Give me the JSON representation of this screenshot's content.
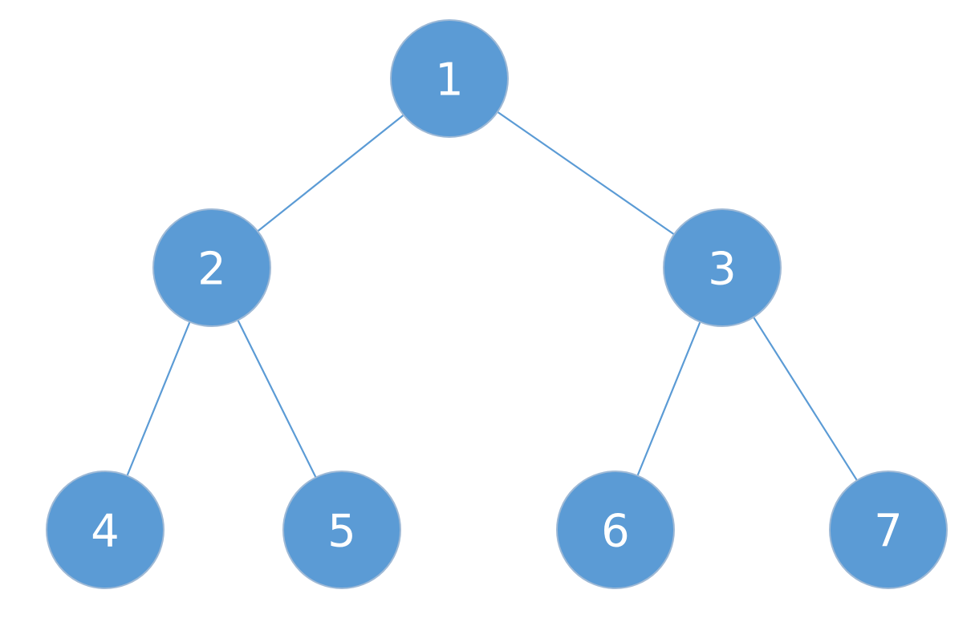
{
  "colors": {
    "node_fill": "#5B9BD5",
    "node_stroke": "#9EB9D6",
    "edge": "#5B9BD5",
    "label": "#FFFFFF",
    "background": "#FFFFFF"
  },
  "nodes": [
    {
      "id": "n1",
      "label": "1"
    },
    {
      "id": "n2",
      "label": "2"
    },
    {
      "id": "n3",
      "label": "3"
    },
    {
      "id": "n4",
      "label": "4"
    },
    {
      "id": "n5",
      "label": "5"
    },
    {
      "id": "n6",
      "label": "6"
    },
    {
      "id": "n7",
      "label": "7"
    }
  ],
  "edges": [
    {
      "from": "n1",
      "to": "n2"
    },
    {
      "from": "n1",
      "to": "n3"
    },
    {
      "from": "n2",
      "to": "n4"
    },
    {
      "from": "n2",
      "to": "n5"
    },
    {
      "from": "n3",
      "to": "n6"
    },
    {
      "from": "n3",
      "to": "n7"
    }
  ]
}
